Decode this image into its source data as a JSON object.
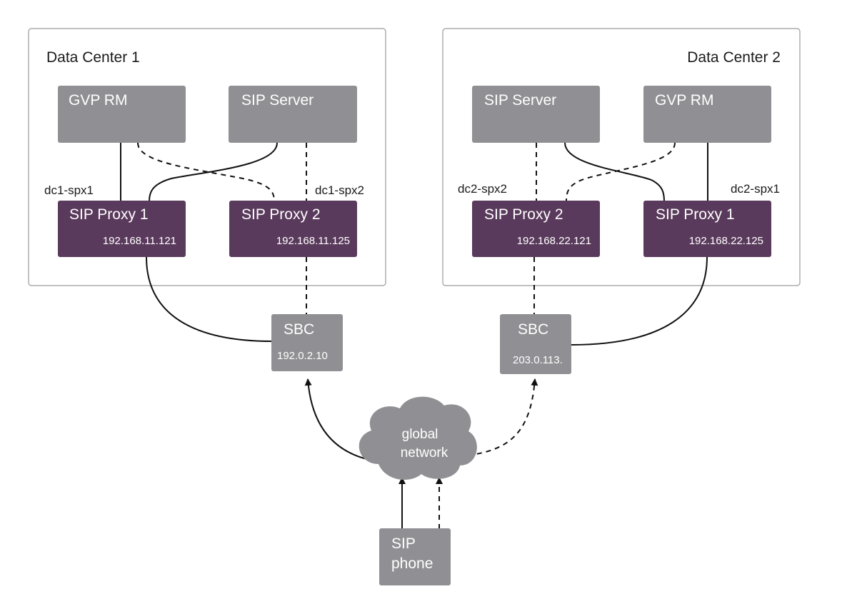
{
  "data_centers": [
    {
      "title": "Data Center 1",
      "nodes": {
        "gvp_rm": "GVP RM",
        "sip_server": "SIP Server",
        "proxy_a": {
          "title": "SIP Proxy 1",
          "ip": "192.168.11.121"
        },
        "proxy_b": {
          "title": "SIP Proxy 2",
          "ip": "192.168.11.125"
        }
      },
      "labels": {
        "left": "dc1-spx1",
        "right": "dc1-spx2"
      }
    },
    {
      "title": "Data Center 2",
      "nodes": {
        "sip_server": "SIP Server",
        "gvp_rm": "GVP RM",
        "proxy_a": {
          "title": "SIP Proxy 2",
          "ip": "192.168.22.121"
        },
        "proxy_b": {
          "title": "SIP Proxy 1",
          "ip": "192.168.22.125"
        }
      },
      "labels": {
        "left": "dc2-spx2",
        "right": "dc2-spx1"
      }
    }
  ],
  "sbc": [
    {
      "title": "SBC",
      "ip": "192.0.2.10"
    },
    {
      "title": "SBC",
      "ip": "203.0.113."
    }
  ],
  "cloud": {
    "line1": "global",
    "line2": "network"
  },
  "phone": {
    "line1": "SIP",
    "line2": "phone"
  },
  "colors": {
    "gray_box": "#909094",
    "proxy_box": "#5a3a5c",
    "line": "#111111",
    "dc_border": "#9a9a9a"
  }
}
